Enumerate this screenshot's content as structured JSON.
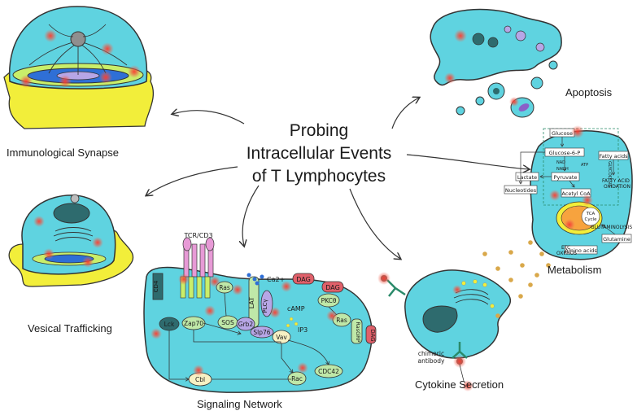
{
  "title": {
    "line1": "Probing",
    "line2": "Intracellular Events",
    "line3": "of T Lymphocytes"
  },
  "panels": {
    "synapse": "Immunological Synapse",
    "trafficking": "Vesical Trafficking",
    "signaling": "Signaling Network",
    "cytokine": "Cytokine Secretion",
    "metabolism": "Metabolism",
    "apoptosis": "Apoptosis"
  },
  "signaling_labels": {
    "tcr": "TCR/CD3",
    "cd4": "CD4",
    "lck": "Lck",
    "zap70": "Zap70",
    "ras1": "Ras",
    "sos": "SOS",
    "grb2": "Grb2",
    "lat": "LAT",
    "slp76": "Slp76",
    "vav": "Vav",
    "plcg": "PLCγ",
    "ca": "Ca2+",
    "camp": "cAMP",
    "ip3": "IP3",
    "dag1": "DAG",
    "dag2": "DAG",
    "dag3": "DAG",
    "pkc": "PKCθ",
    "ras2": "Ras",
    "rasgrp": "RasGRP",
    "cbl": "Cbl",
    "rac": "Rac",
    "cdc42": "CDC42"
  },
  "cytokine_labels": {
    "antibody": "chimeric\nantibody"
  },
  "metabolism_labels": {
    "glucose": "Glucose",
    "g6p": "Glucose-6-P",
    "pyruvate": "Pyruvate",
    "lactate": "Lactate",
    "acetyl": "Acetyl CoA",
    "nucleotides": "Nucleotides",
    "tca": "TCA\nCycle",
    "etc": "ETC\nOXPHOS",
    "glutaminolysis": "GLUTAMINOLYSIS",
    "glutamine": "Glutamine",
    "amino": "Amino acids",
    "fatty": "Fatty acids",
    "fao": "FATTY ACID\nOXIDATION",
    "glycolysis": "GLYCOLYSIS",
    "nad": "NAD",
    "nadh": "NADH",
    "atp": "ATP"
  },
  "colors": {
    "cell": "#5fd3e0",
    "cell_stroke": "#1a1a1a",
    "apc": "#f2ee3a",
    "probe": "#e64a3c",
    "dag": "#e0606a",
    "green_node": "#bfe8a8",
    "nucleus": "#2e6b6e",
    "lavender": "#b7a6e6"
  }
}
